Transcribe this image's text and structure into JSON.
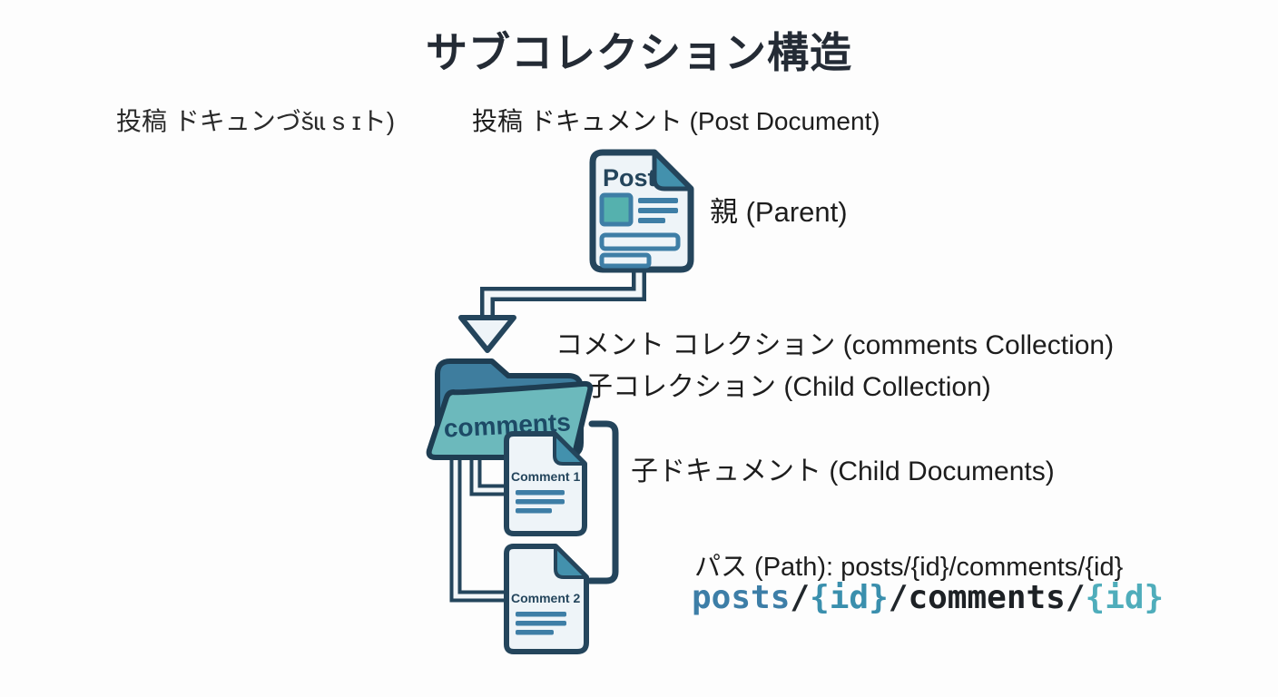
{
  "title": "サブコレクション構造",
  "labels": {
    "post_doc_garbled": "投稿 ドキュンづšɩɩ s ɪト)",
    "post_doc": "投稿 ドキュメント (Post Document)",
    "parent": "親 (Parent)",
    "comments_collection": "コメント コレクション (comments Collection)",
    "child_collection": "子コレクション (Child Collection)",
    "child_documents": "子ドキュメント (Child Documents)",
    "path_line": "パス (Path): posts/{id}/comments/{id}"
  },
  "icons": {
    "post_doc_title": "Post",
    "folder_name": "comments",
    "comment1_title": "Comment 1",
    "comment2_title": "Comment 2"
  },
  "code_path": {
    "segments": [
      {
        "text": "posts",
        "color": "#3d7ea7"
      },
      {
        "text": "/",
        "color": "#20262b"
      },
      {
        "text": "{id}",
        "color": "#3a8fad"
      },
      {
        "text": "/",
        "color": "#20262b"
      },
      {
        "text": "comments",
        "color": "#1d2125"
      },
      {
        "text": "/",
        "color": "#20262b"
      },
      {
        "text": "{id}",
        "color": "#4fadbb"
      }
    ]
  },
  "colors": {
    "background": "#fdfdfd",
    "navy_border": "#24455c",
    "folder_back": "#3e7d9e",
    "folder_front": "#6cb9bc",
    "fold_corner": "#4391ad",
    "doc_background": "#eef4f8",
    "line_blue": "#3e7ea6",
    "square_teal": "#55b1ae",
    "title_text": "#242b35"
  }
}
